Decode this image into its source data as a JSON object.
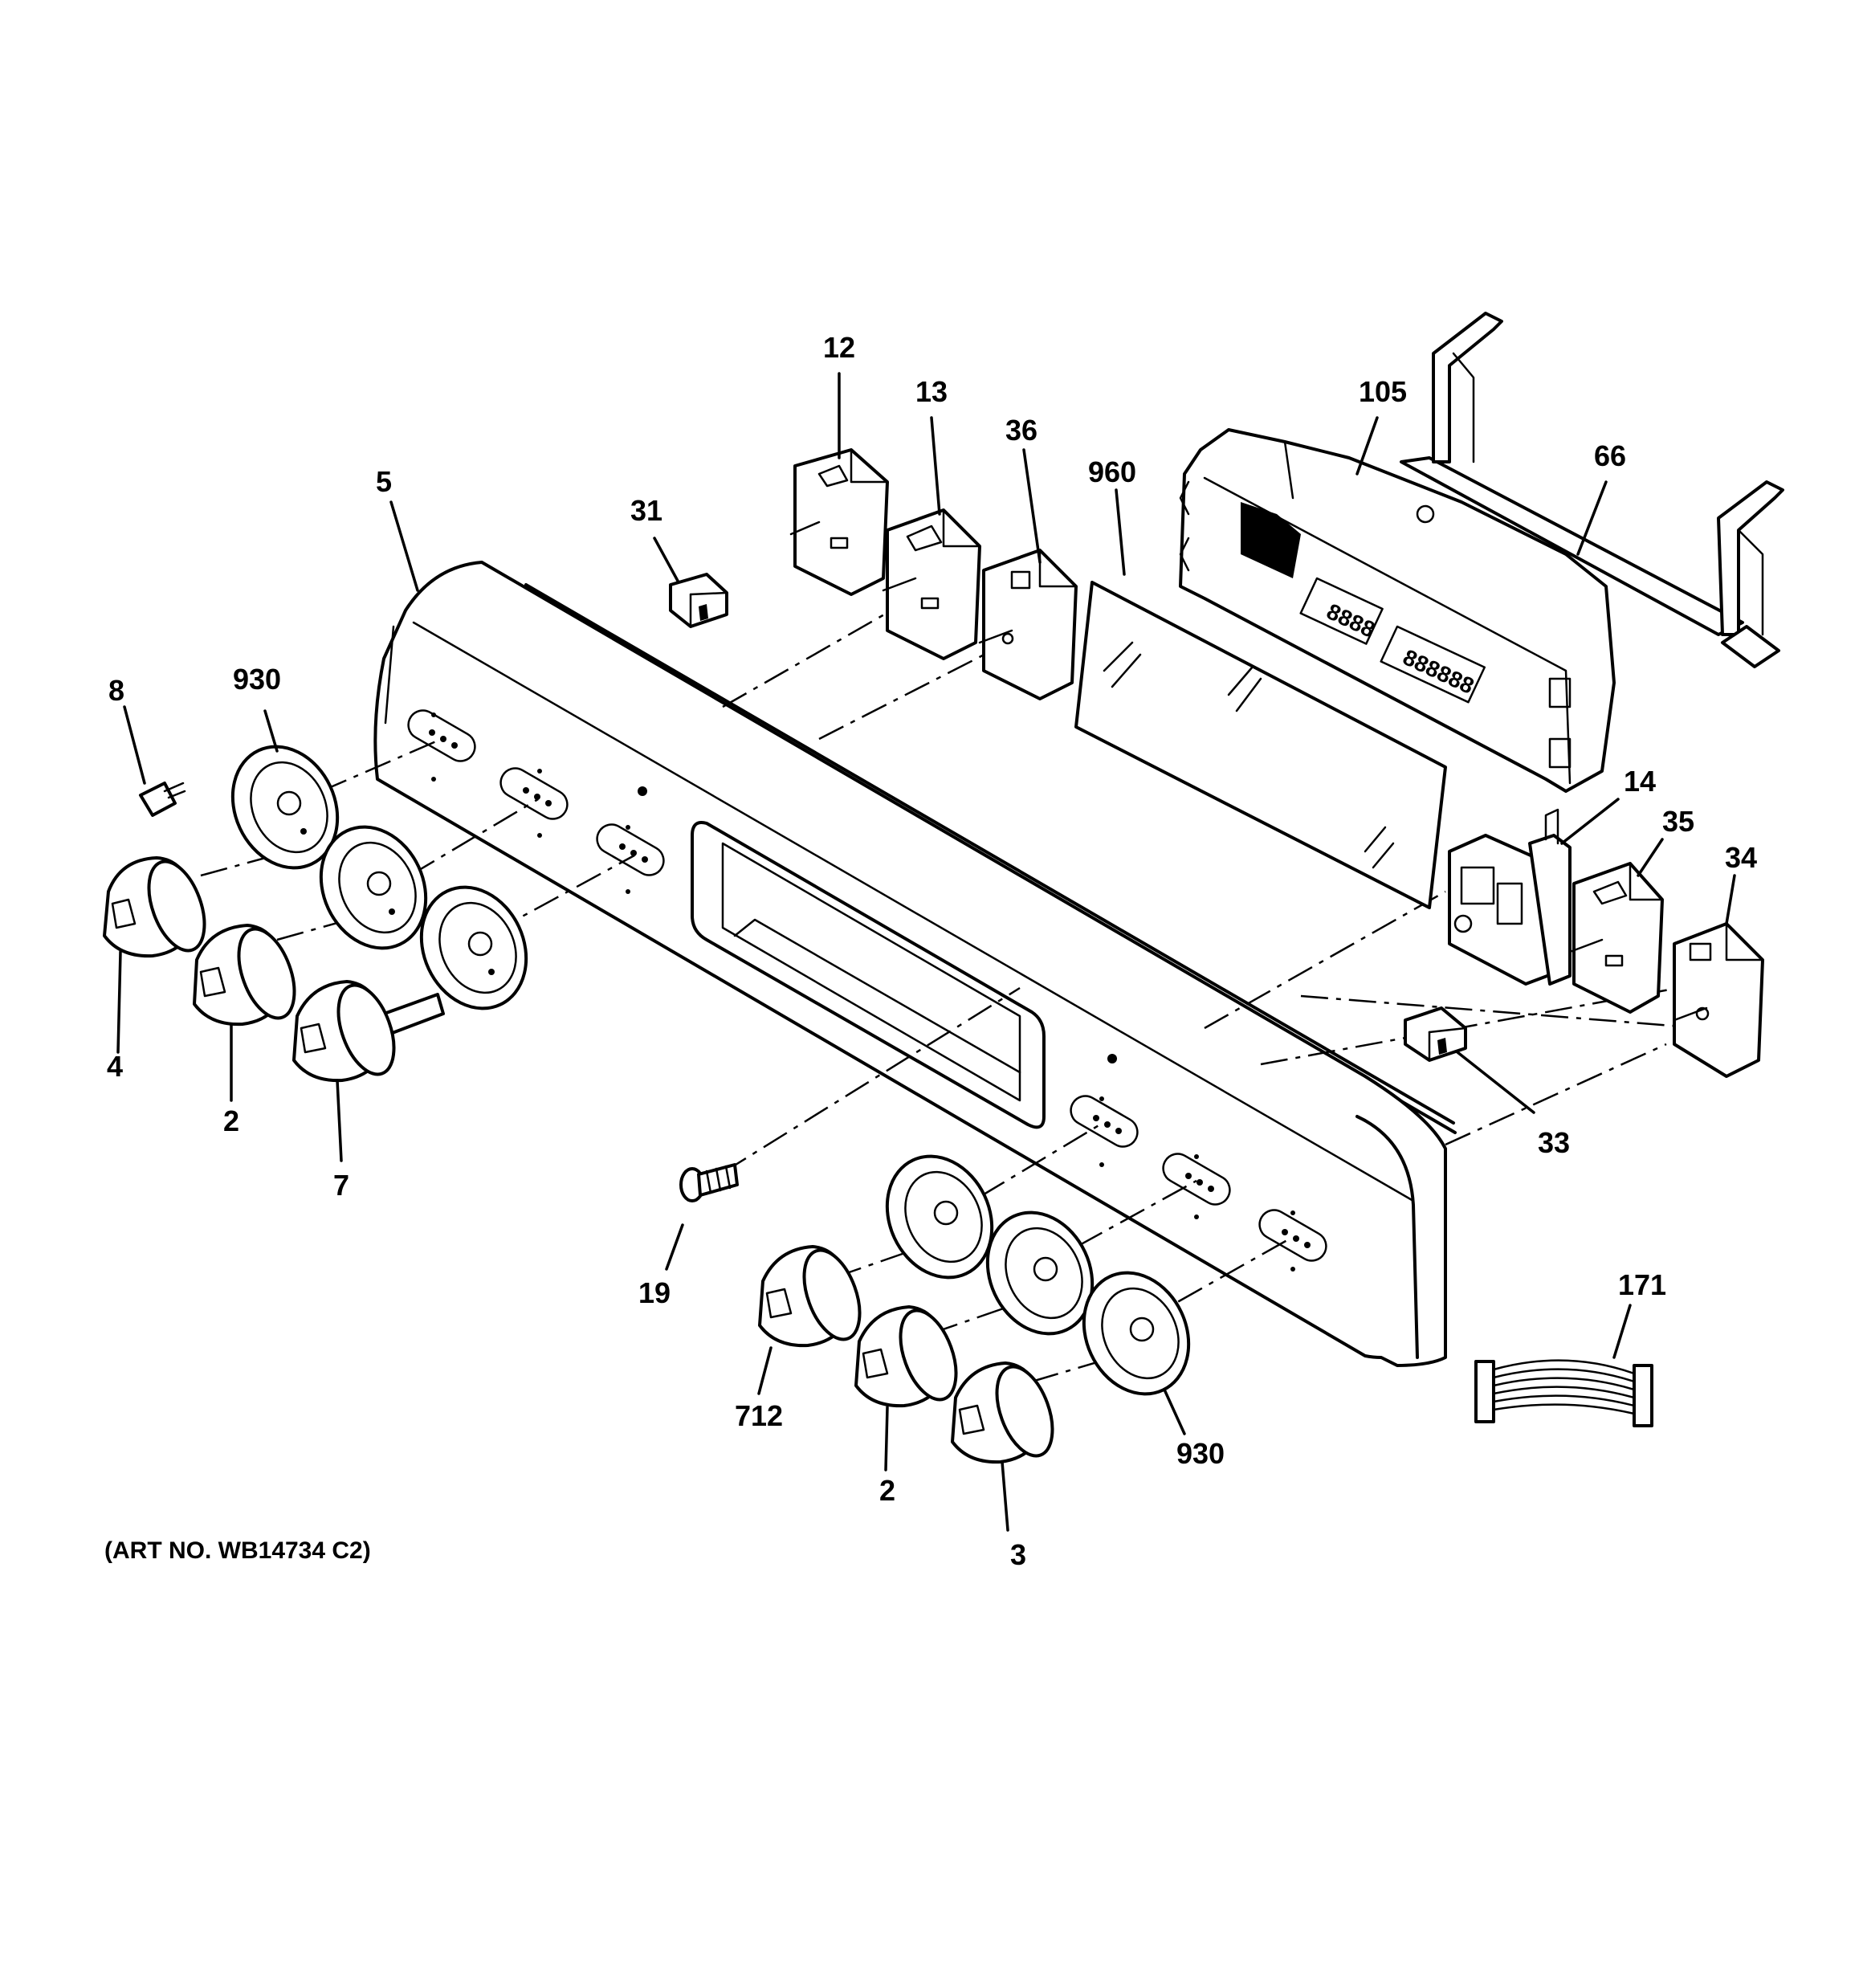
{
  "diagram": {
    "art_number": "(ART NO. WB14734 C2)",
    "part_labels": {
      "p12": "12",
      "p13": "13",
      "p36": "36",
      "p960": "960",
      "p105": "105",
      "p66": "66",
      "p31": "31",
      "p5": "5",
      "p8": "8",
      "p930a": "930",
      "p4": "4",
      "p2a": "2",
      "p7": "7",
      "p14": "14",
      "p35": "35",
      "p34": "34",
      "p33": "33",
      "p19": "19",
      "p712": "712",
      "p2b": "2",
      "p3": "3",
      "p930b": "930",
      "p171": "171"
    }
  }
}
